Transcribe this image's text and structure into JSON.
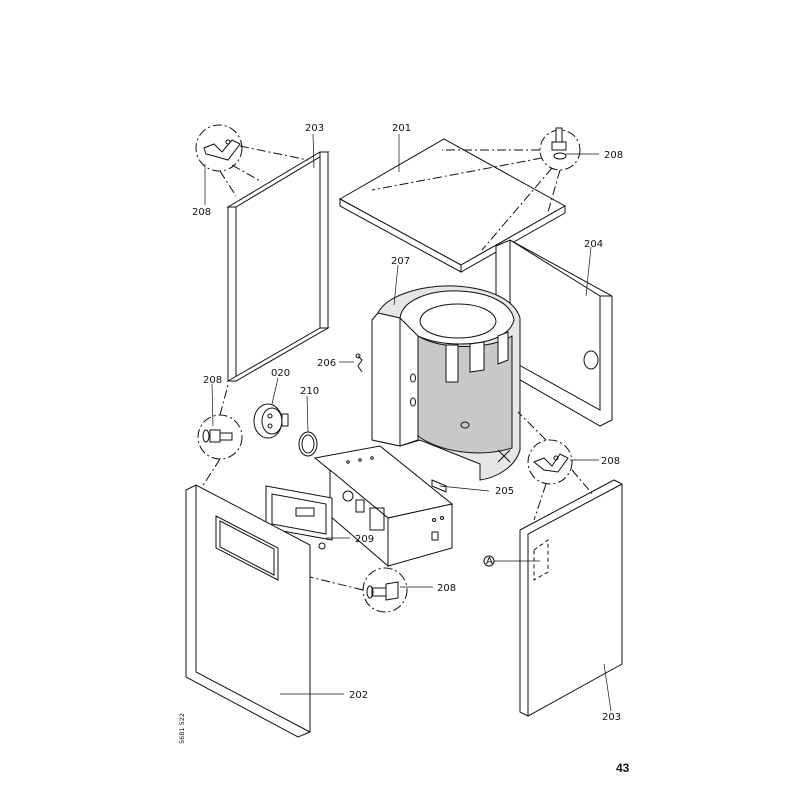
{
  "page_number": "43",
  "drawing_code": "5681 522",
  "detail_marker": "A",
  "callouts": {
    "c201": "201",
    "c202": "202",
    "c203_top": "203",
    "c203_bottom": "203",
    "c204": "204",
    "c205": "205",
    "c206": "206",
    "c207": "207",
    "c208_topright": "208",
    "c208_topleft": "208",
    "c208_midleft": "208",
    "c208_midright": "208",
    "c208_bottom": "208",
    "c209": "209",
    "c210": "210",
    "c020": "020"
  }
}
